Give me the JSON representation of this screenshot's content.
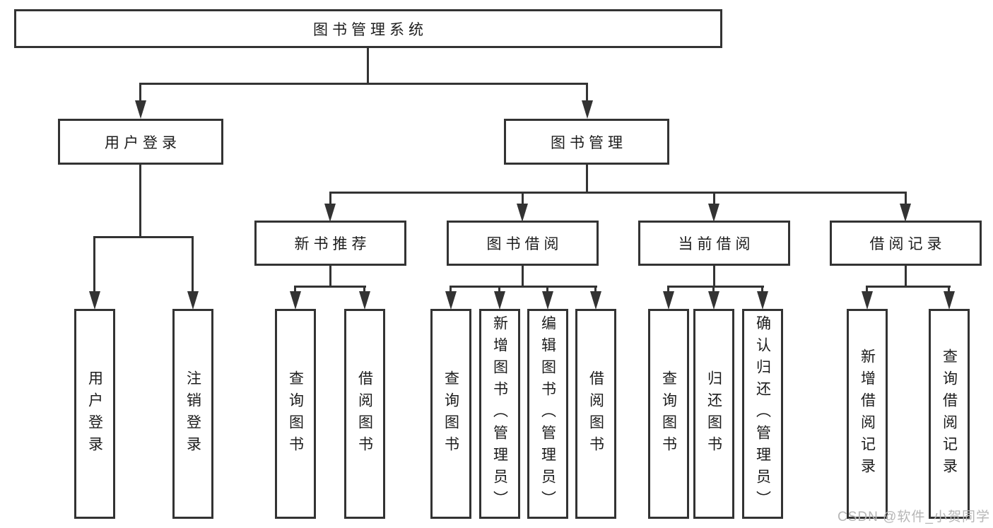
{
  "diagram": {
    "type": "hierarchy-tree",
    "root": {
      "label": "图书管理系统",
      "children": [
        {
          "label": "用户登录",
          "children": [
            {
              "label": "用户登录"
            },
            {
              "label": "注销登录"
            }
          ]
        },
        {
          "label": "图书管理",
          "children": [
            {
              "label": "新书推荐",
              "children": [
                {
                  "label": "查询图书"
                },
                {
                  "label": "借阅图书"
                }
              ]
            },
            {
              "label": "图书借阅",
              "children": [
                {
                  "label": "查询图书"
                },
                {
                  "label": "新增图书（管理员）"
                },
                {
                  "label": "编辑图书（管理员）"
                },
                {
                  "label": "借阅图书"
                }
              ]
            },
            {
              "label": "当前借阅",
              "children": [
                {
                  "label": "查询图书"
                },
                {
                  "label": "归还图书"
                },
                {
                  "label": "确认归还（管理员）"
                }
              ]
            },
            {
              "label": "借阅记录",
              "children": [
                {
                  "label": "新增借阅记录"
                },
                {
                  "label": "查询借阅记录"
                }
              ]
            }
          ]
        }
      ]
    },
    "colors": {
      "stroke": "#333333",
      "text": "#1c1c1c",
      "background": "#ffffff"
    }
  },
  "watermark": {
    "text": "CSDN @软件_小贺同学",
    "color": "#b6b6b6"
  }
}
